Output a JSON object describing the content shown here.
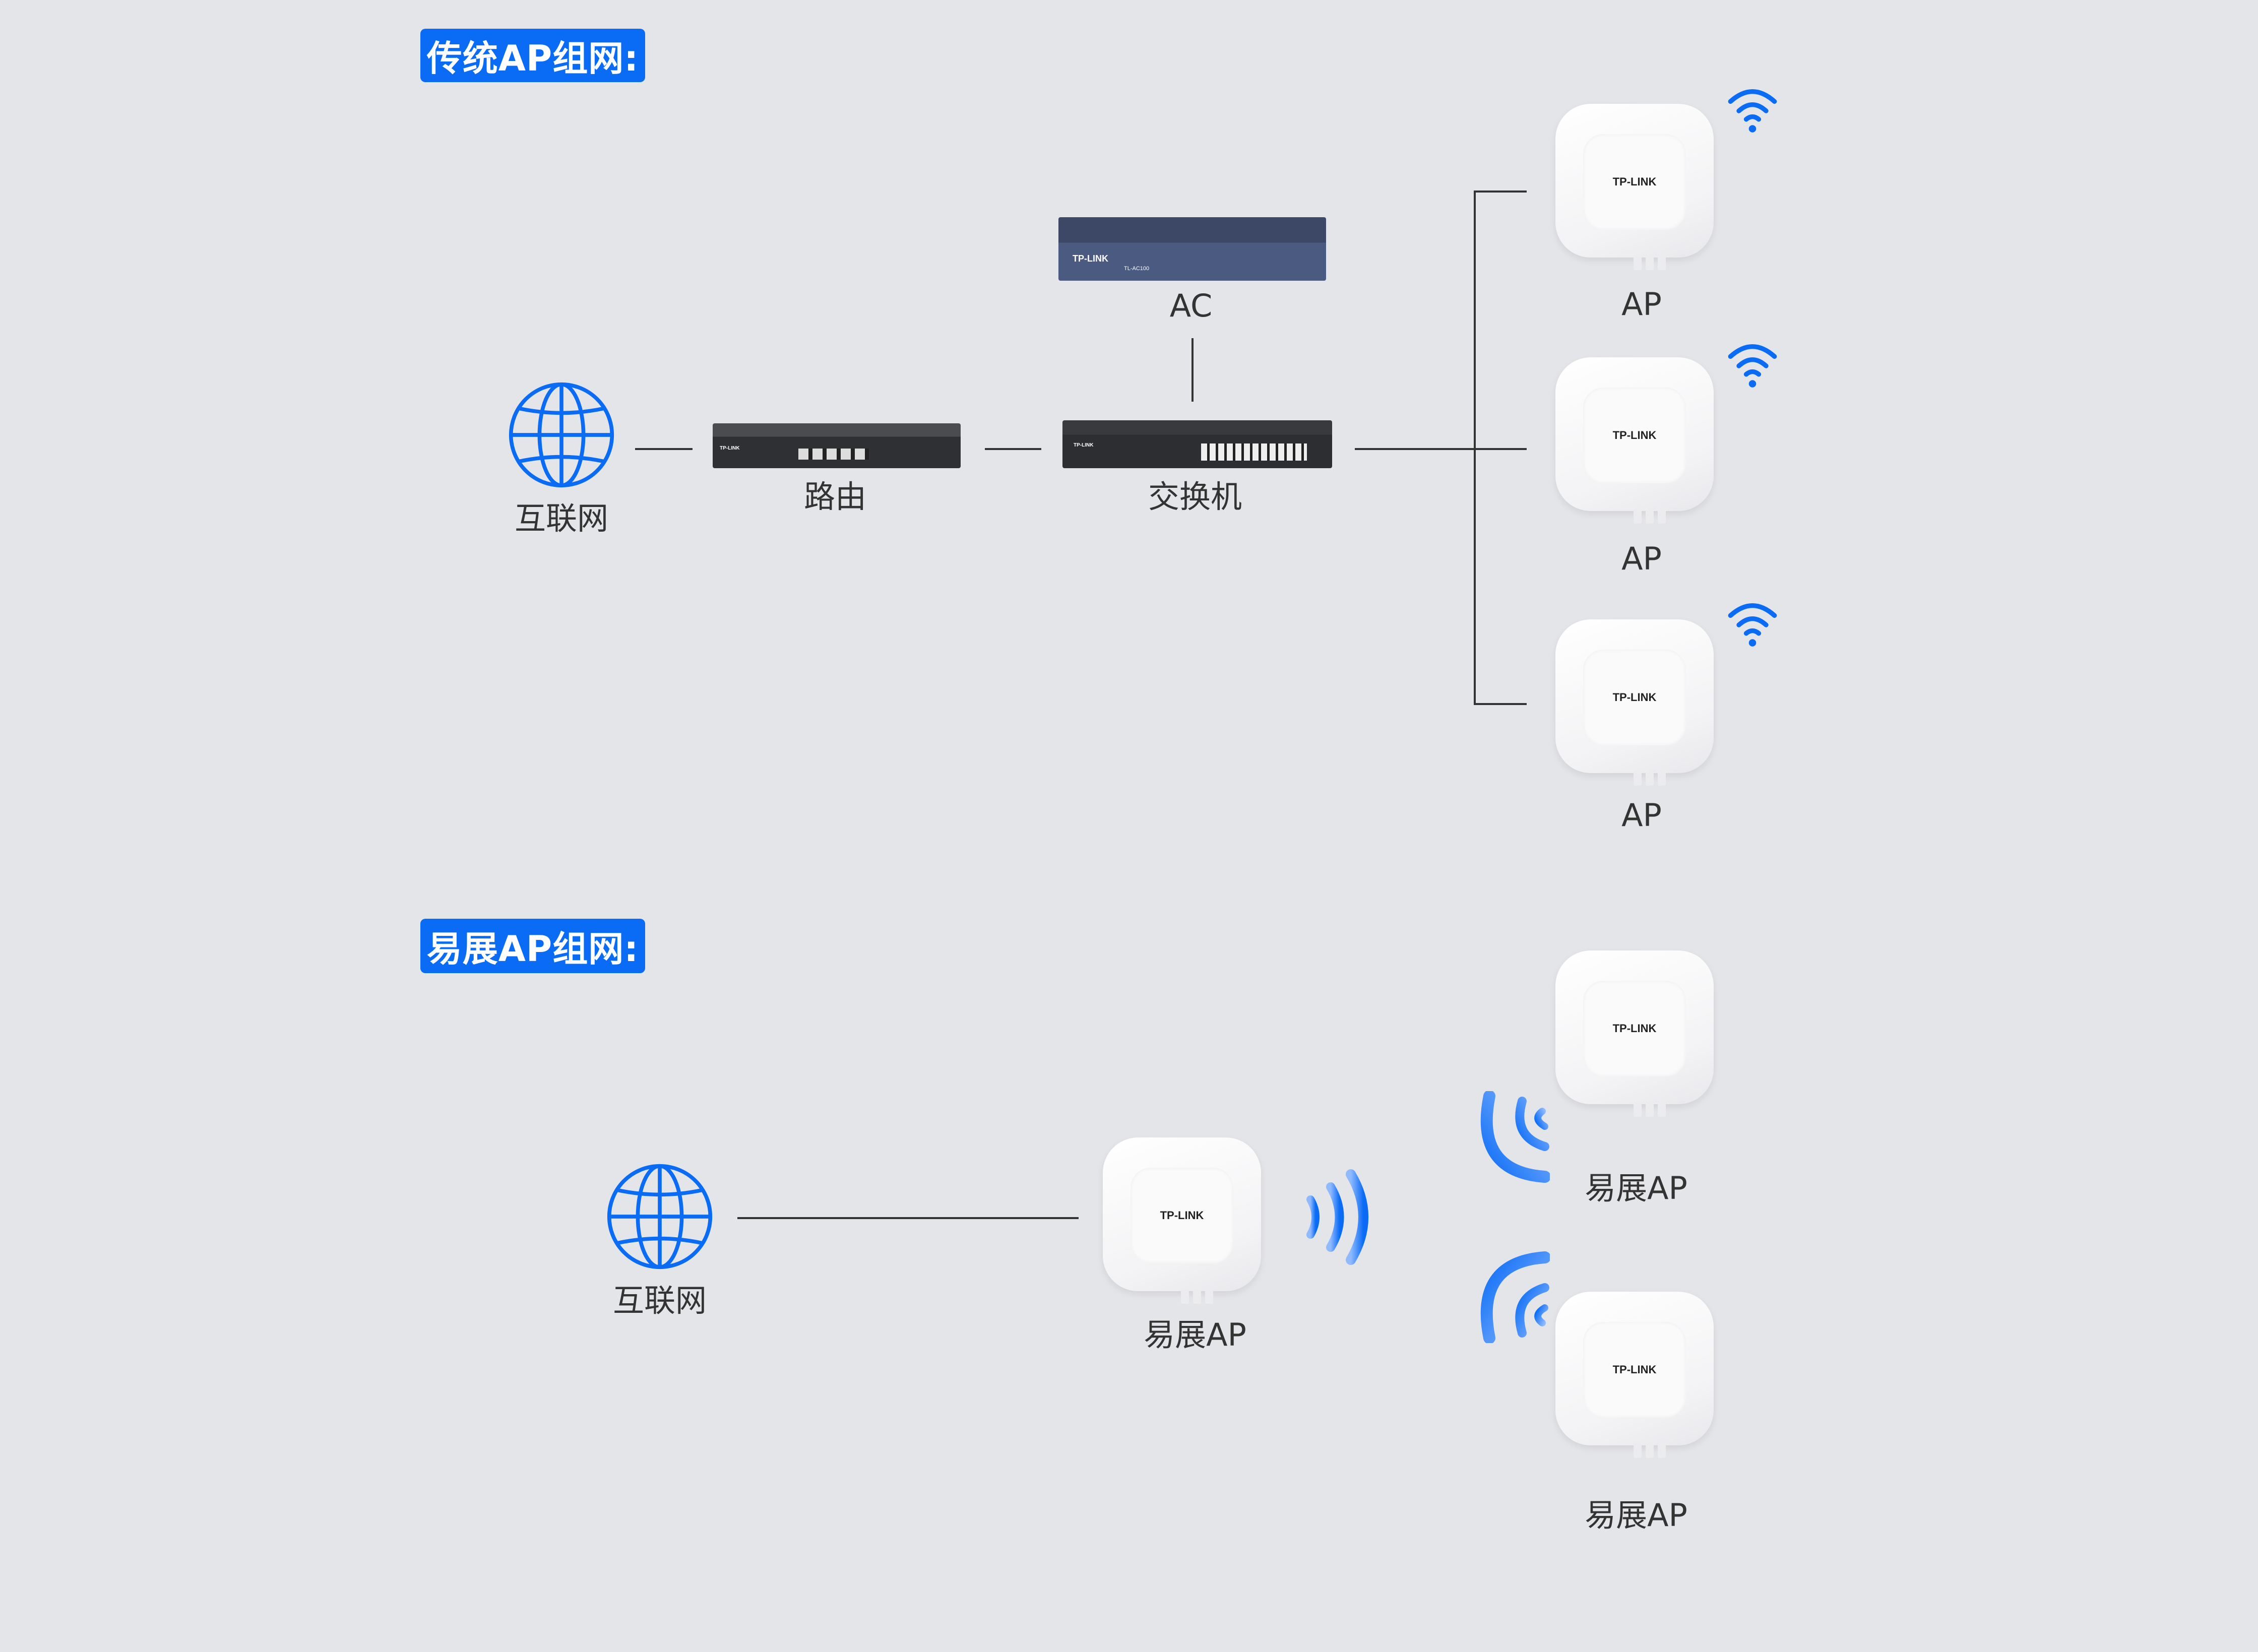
{
  "sections": [
    {
      "title": "传统AP组网:"
    },
    {
      "title": "易展AP组网:"
    }
  ],
  "traditional": {
    "internet_label": "互联网",
    "router_label": "路由",
    "switch_label": "交换机",
    "ac_label": "AC",
    "ap_labels": [
      "AP",
      "AP",
      "AP"
    ],
    "brand": "TP-LINK",
    "ac_model": "TL-AC100"
  },
  "easymesh": {
    "internet_label": "互联网",
    "main_ap_label": "易展AP",
    "ap_labels": [
      "易展AP",
      "易展AP"
    ],
    "brand": "TP-LINK"
  },
  "colors": {
    "accent": "#0a6cf5",
    "line": "#333333",
    "background": "#e4e5e9"
  }
}
